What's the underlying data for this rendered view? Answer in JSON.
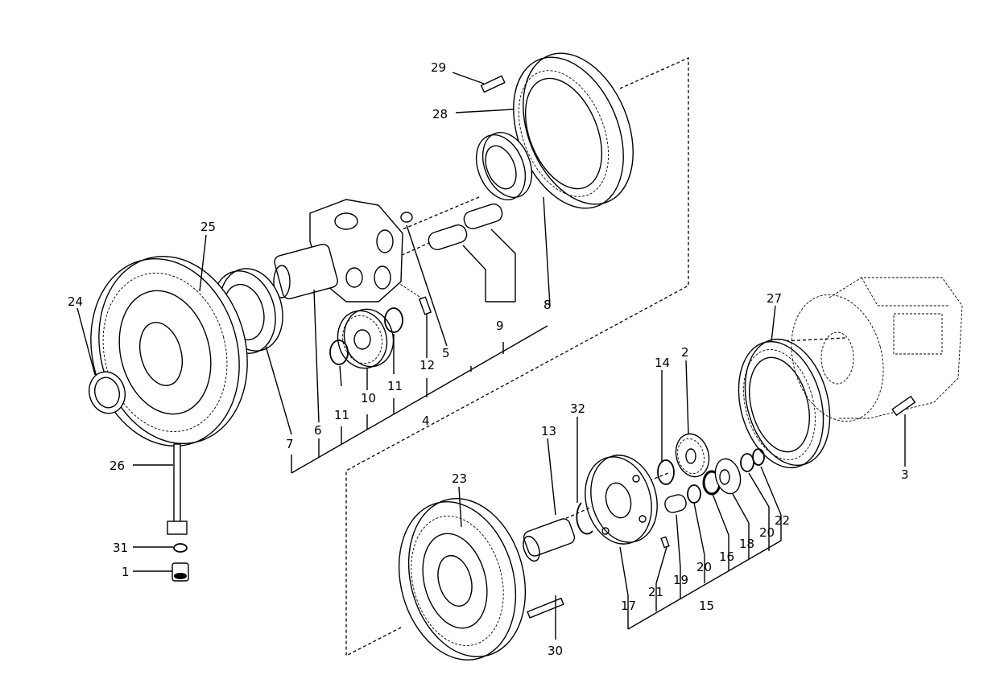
{
  "part_labels": {
    "p1": "1",
    "p2": "2",
    "p3": "3",
    "p4": "4",
    "p5": "5",
    "p6": "6",
    "p7": "7",
    "p8": "8",
    "p9": "9",
    "p10": "10",
    "p11a": "11",
    "p11b": "11",
    "p12": "12",
    "p13": "13",
    "p14": "14",
    "p15": "15",
    "p16": "16",
    "p17": "17",
    "p18": "18",
    "p19": "19",
    "p20a": "20",
    "p20b": "20",
    "p21": "21",
    "p22": "22",
    "p23": "23",
    "p24": "24",
    "p25": "25",
    "p26": "26",
    "p27": "27",
    "p28": "28",
    "p29": "29",
    "p30": "30",
    "p31": "31",
    "p32": "32"
  }
}
